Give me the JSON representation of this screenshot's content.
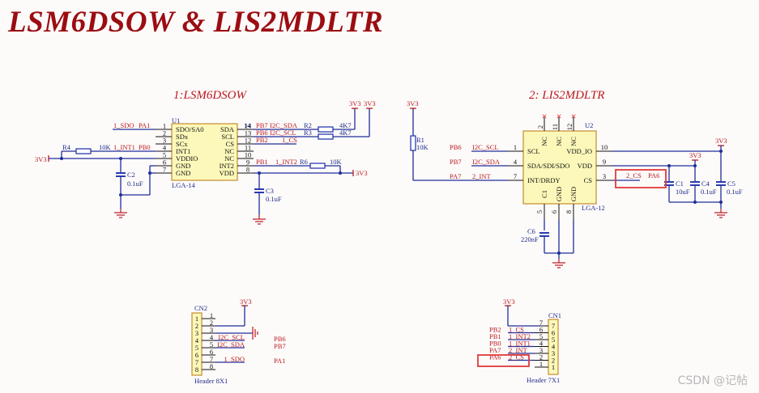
{
  "title": "LSM6DSOW & LIS2MDLTR",
  "watermark": "CSDN @记帖",
  "sections": {
    "lsm": "1:LSM6DSOW",
    "lis": "2: LIS2MDLTR"
  },
  "u1": {
    "ref": "U1",
    "package": "LGA-14",
    "left_pins": [
      {
        "num": "1",
        "name": "SDO/SA0"
      },
      {
        "num": "2",
        "name": "SDx"
      },
      {
        "num": "3",
        "name": "SCx"
      },
      {
        "num": "4",
        "name": "INT1"
      },
      {
        "num": "5",
        "name": "VDDIO"
      },
      {
        "num": "6",
        "name": "GND"
      },
      {
        "num": "7",
        "name": "GND"
      }
    ],
    "right_pins": [
      {
        "num": "14",
        "name": "SDA"
      },
      {
        "num": "13",
        "name": "SCL"
      },
      {
        "num": "12",
        "name": "CS"
      },
      {
        "num": "11",
        "name": "NC"
      },
      {
        "num": "10",
        "name": "NC"
      },
      {
        "num": "9",
        "name": "INT2"
      },
      {
        "num": "8",
        "name": "VDD"
      }
    ],
    "left_nets": {
      "sdo_net": "1_SDO",
      "sdo_port": "PA1",
      "int1_res_val": "10K",
      "int1_net": "1_INT1",
      "int1_port": "PB0"
    },
    "right_nets": {
      "sda_port": "PB7",
      "sda_net": "I2C_SDA",
      "r2": "R2",
      "r2_val": "4K7",
      "scl_port": "PB6",
      "scl_net": "I2C_SCL",
      "r3": "R3",
      "r3_val": "4K7",
      "cs_port": "PB2",
      "cs_net": "1_CS",
      "int2_port": "PB1",
      "int2_net": "1_INT2",
      "r6": "R6",
      "r6_val": "10K"
    },
    "r4": "R4",
    "c2": "C2",
    "c2_val": "0.1uF",
    "c3": "C3",
    "c3_val": "0.1uF"
  },
  "u2": {
    "ref": "U2",
    "package": "LGA-12",
    "top_pins": [
      {
        "num": "2",
        "name": "NC"
      },
      {
        "num": "11",
        "name": "NC"
      },
      {
        "num": "12",
        "name": "NC"
      }
    ],
    "left_pins": [
      {
        "num": "1",
        "name": "SCL",
        "port": "PB6",
        "net": "I2C_SCL"
      },
      {
        "num": "4",
        "name": "SDA/SDI/SDO",
        "port": "PB7",
        "net": "I2C_SDA"
      },
      {
        "num": "7",
        "name": "INT/DRDY",
        "port": "PA7",
        "net": "2_INT"
      }
    ],
    "right_pins": [
      {
        "num": "10",
        "name": "VDD_IO"
      },
      {
        "num": "9",
        "name": "VDD"
      },
      {
        "num": "3",
        "name": "CS"
      }
    ],
    "bottom_pins": [
      {
        "num": "5",
        "name": "C1"
      },
      {
        "num": "6",
        "name": "GND"
      },
      {
        "num": "8",
        "name": "GND"
      }
    ],
    "cs_net": "2_CS",
    "cs_port": "PA6",
    "r1": "R1",
    "r1_val": "10K",
    "c1": "C1",
    "c1_val": "10uF",
    "c4": "C4",
    "c4_val": "0.1uF",
    "c5": "C5",
    "c5_val": "0.1uF",
    "c6": "C6",
    "c6_val": "220nF"
  },
  "power_label": "3V3",
  "cn2": {
    "ref": "CN2",
    "name": "Header 8X1",
    "pins": [
      {
        "num": "1",
        "net": "",
        "port": ""
      },
      {
        "num": "2",
        "net": "",
        "port": ""
      },
      {
        "num": "3",
        "net": "",
        "port": ""
      },
      {
        "num": "4",
        "net": "I2C_SCL",
        "port": "PB6"
      },
      {
        "num": "5",
        "net": "I2C_SDA",
        "port": "PB7"
      },
      {
        "num": "6",
        "net": "",
        "port": ""
      },
      {
        "num": "7",
        "net": "1_SDO",
        "port": "PA1"
      },
      {
        "num": "8",
        "net": "",
        "port": ""
      }
    ]
  },
  "cn1": {
    "ref": "CN1",
    "name": "Header 7X1",
    "pins": [
      {
        "num": "7",
        "net": "",
        "port": ""
      },
      {
        "num": "6",
        "net": "1_CS",
        "port": "PB2"
      },
      {
        "num": "5",
        "net": "1_INT2",
        "port": "PB1"
      },
      {
        "num": "4",
        "net": "1_INT1",
        "port": "PB0"
      },
      {
        "num": "3",
        "net": "2_INT",
        "port": "PA7"
      },
      {
        "num": "2",
        "net": "2_CS",
        "port": "PA6"
      },
      {
        "num": "1",
        "net": "",
        "port": ""
      }
    ]
  }
}
